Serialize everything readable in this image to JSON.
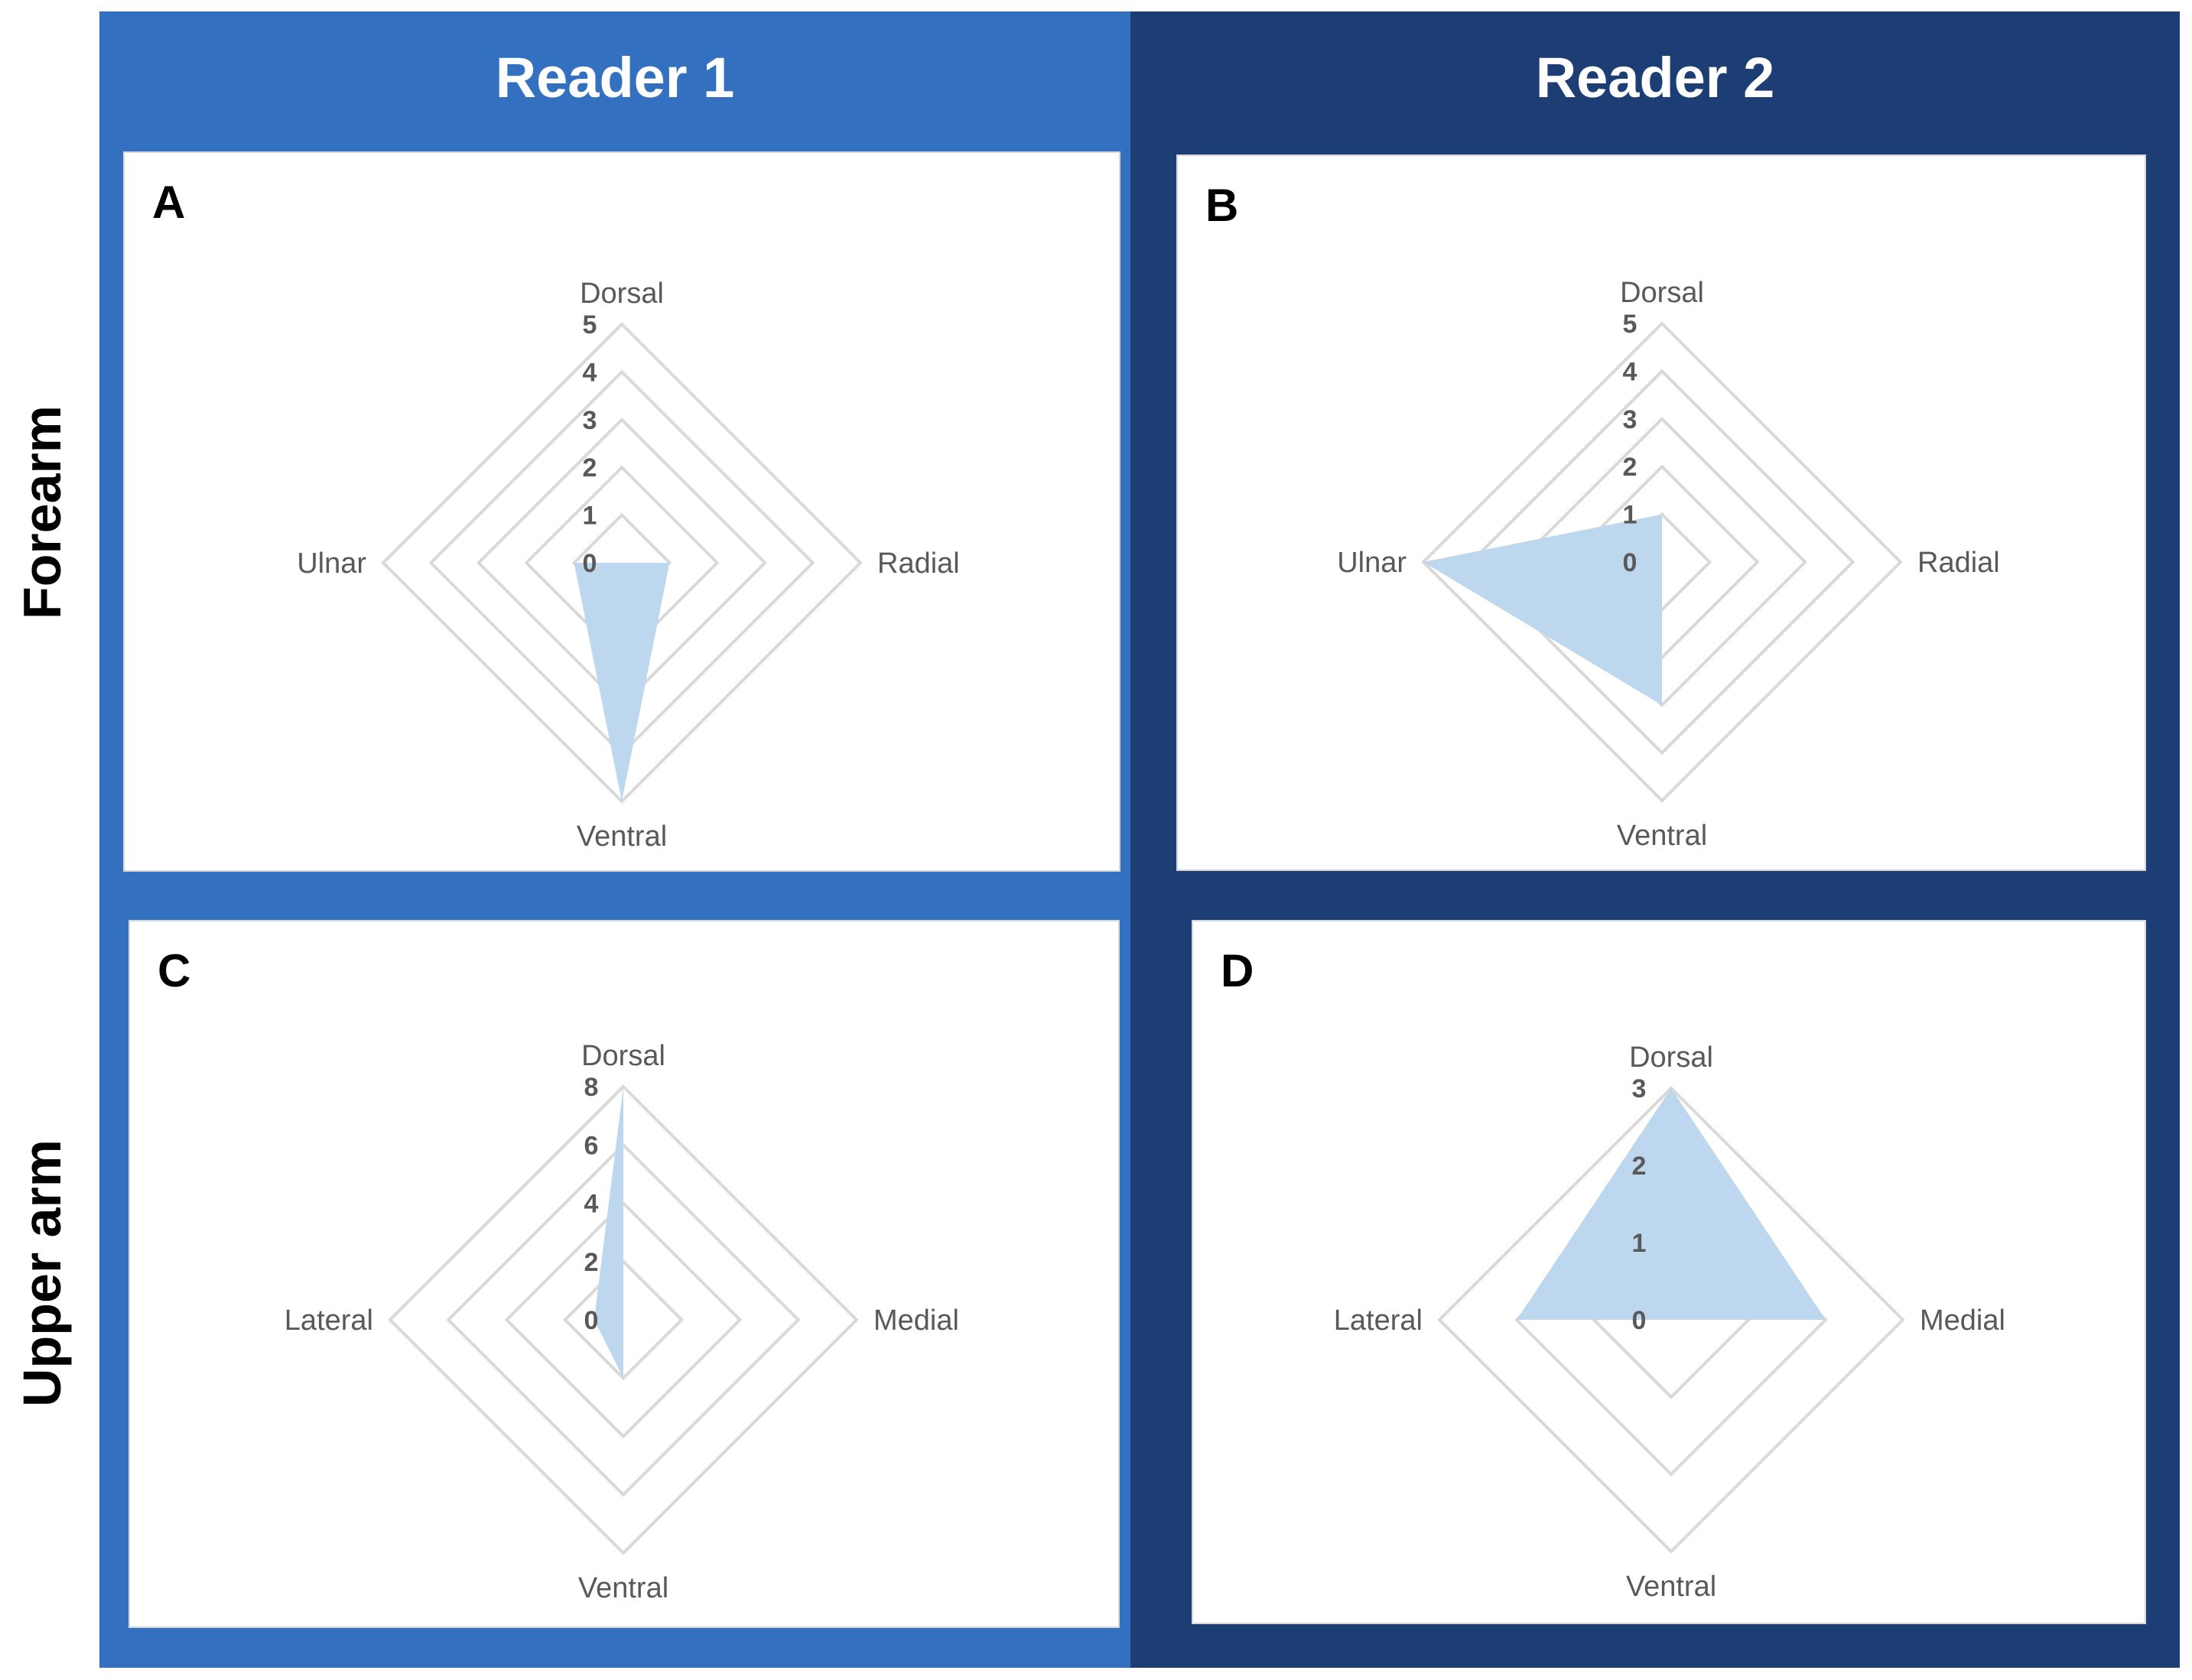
{
  "column_headers": [
    "Reader 1",
    "Reader 2"
  ],
  "row_labels": [
    "Forearm",
    "Upper arm"
  ],
  "colors": {
    "reader1_bg": "#3370bf",
    "reader2_bg": "#1c3e75",
    "fill": "#bdd7ee",
    "grid": "#d9d9d9",
    "axis_text": "#595959"
  },
  "chart_data": [
    {
      "panel": "A",
      "type": "radar",
      "axes": [
        "Dorsal",
        "Radial",
        "Ventral",
        "Ulnar"
      ],
      "ticks": [
        "0",
        "1",
        "2",
        "3",
        "4",
        "5"
      ],
      "rmax": 5,
      "values": [
        0,
        1,
        5,
        1
      ]
    },
    {
      "panel": "B",
      "type": "radar",
      "axes": [
        "Dorsal",
        "Radial",
        "Ventral",
        "Ulnar"
      ],
      "ticks": [
        "0",
        "1",
        "2",
        "3",
        "4",
        "5"
      ],
      "rmax": 5,
      "values": [
        1,
        0,
        3,
        5
      ]
    },
    {
      "panel": "C",
      "type": "radar",
      "axes": [
        "Dorsal",
        "Medial",
        "Ventral",
        "Lateral"
      ],
      "ticks": [
        "0",
        "2",
        "4",
        "6",
        "8"
      ],
      "rmax": 8,
      "values": [
        8,
        0,
        2,
        1
      ]
    },
    {
      "panel": "D",
      "type": "radar",
      "axes": [
        "Dorsal",
        "Medial",
        "Ventral",
        "Lateral"
      ],
      "ticks": [
        "0",
        "1",
        "2",
        "3"
      ],
      "rmax": 3,
      "values": [
        3,
        2,
        0,
        2
      ]
    }
  ]
}
